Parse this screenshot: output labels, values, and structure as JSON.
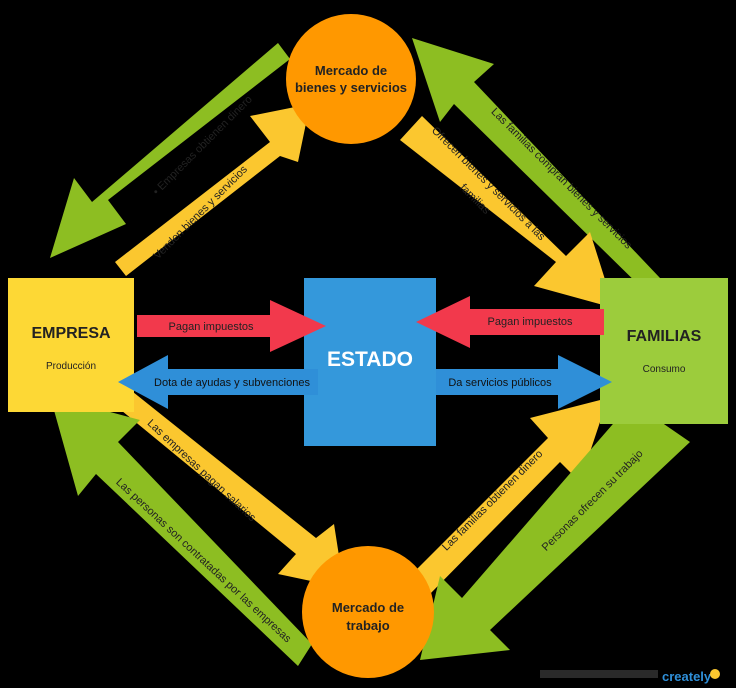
{
  "colors": {
    "background": "#000000",
    "empresa_box": "#FDD835",
    "familias_box": "#9CCC3C",
    "estado_box": "#3498DB",
    "market_circle": "#FF9800",
    "arrow_yellow": "#FBC72F",
    "arrow_green": "#8DBE22",
    "arrow_red": "#F2394C",
    "arrow_blue": "#2F8FD8"
  },
  "nodes": {
    "empresa": {
      "title": "EMPRESA",
      "subtitle": "Producción"
    },
    "familias": {
      "title": "FAMILIAS",
      "subtitle": "Consumo"
    },
    "estado": {
      "title": "ESTADO"
    },
    "mercado_bienes": {
      "line1": "Mercado de",
      "line2": "bienes y servicios"
    },
    "mercado_trabajo": {
      "line1": "Mercado de",
      "line2": "trabajo"
    }
  },
  "flows": {
    "empresas_obtienen_dinero": "•  Empresas obtienen dinero",
    "venden_bienes": "Venden bienes y servicios",
    "familias_compran": "Las familias compran bienes y servicios",
    "ofrecen_bienes_line1": "Ofrecen bienes y servicios a las",
    "ofrecen_bienes_line2": "familias",
    "empresa_pagan_impuestos": "Pagan impuestos",
    "familias_pagan_impuestos": "Pagan impuestos",
    "dota_ayudas": "Dota de ayudas y subvenciones",
    "da_servicios": "Da servicios públicos",
    "empresas_pagan_salarios": "Las empresas pagan salarios",
    "personas_contratadas": "Las personas son contratadas por las empresas",
    "familias_obtienen_dinero": "Las familias obtienen dinero",
    "personas_ofrecen_trabajo": "Personas ofrecen su trabajo"
  },
  "watermark": {
    "text": "creately"
  }
}
